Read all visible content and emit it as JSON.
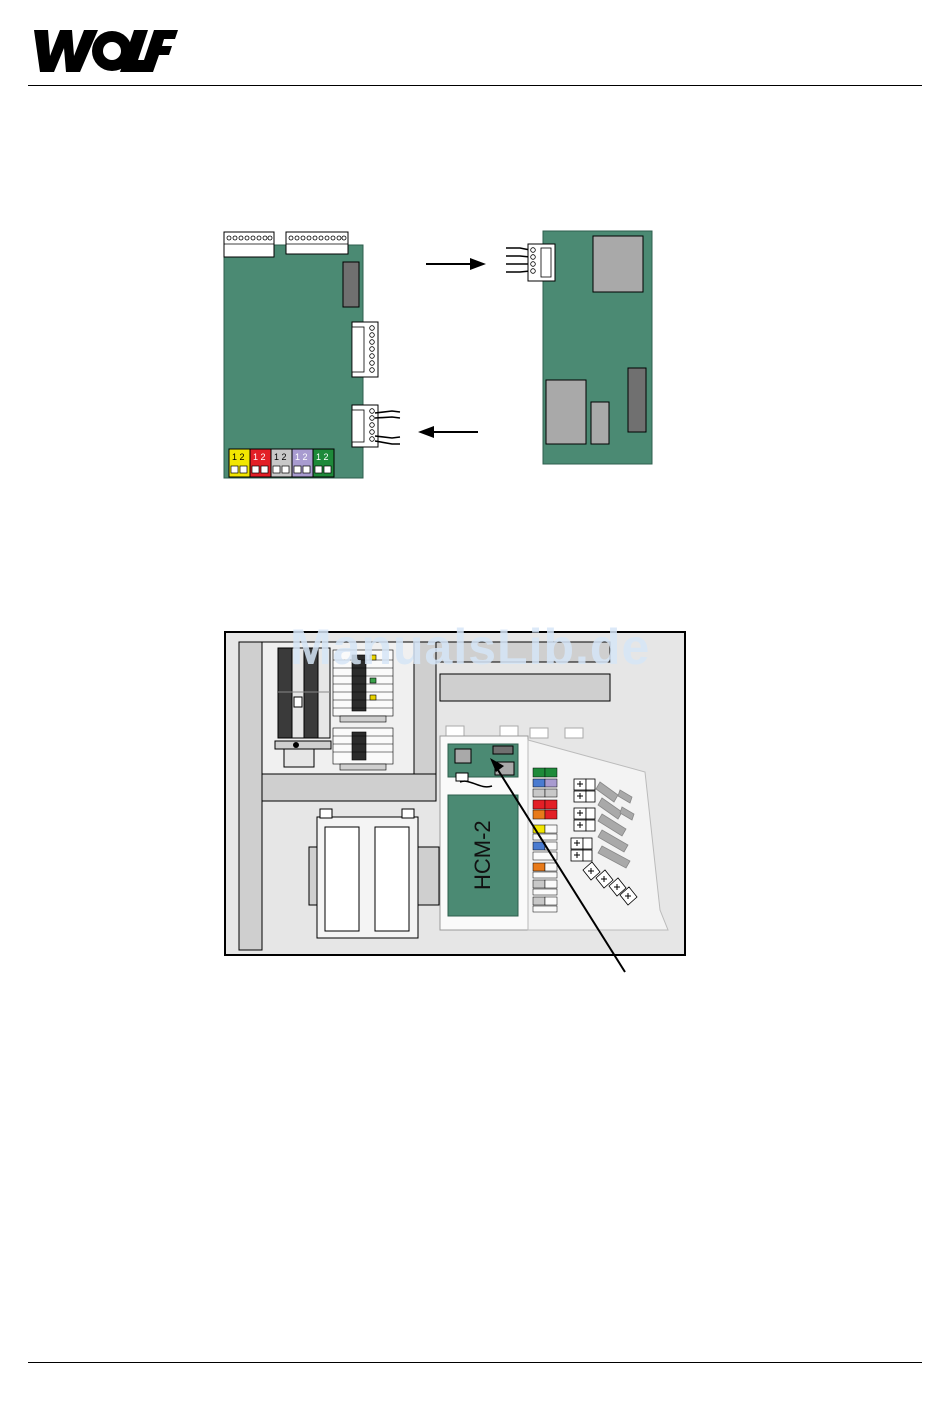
{
  "header": {
    "logo_alt": "WOLF"
  },
  "figure1": {
    "terminal_pairs": [
      {
        "label": "1 2",
        "color": "#f2e600"
      },
      {
        "label": "1 2",
        "color": "#e31f26"
      },
      {
        "label": "1 2",
        "color": "#c8c8c8"
      },
      {
        "label": "1 2",
        "color": "#a89bd0"
      },
      {
        "label": "1 2",
        "color": "#1e8a3a"
      }
    ]
  },
  "figure2": {
    "module_label": "HCM-2"
  },
  "watermark": "ManualsLib.de",
  "colors": {
    "pcb": "#4b8a73",
    "ic": "#a9a9a9",
    "chip": "#707070"
  }
}
